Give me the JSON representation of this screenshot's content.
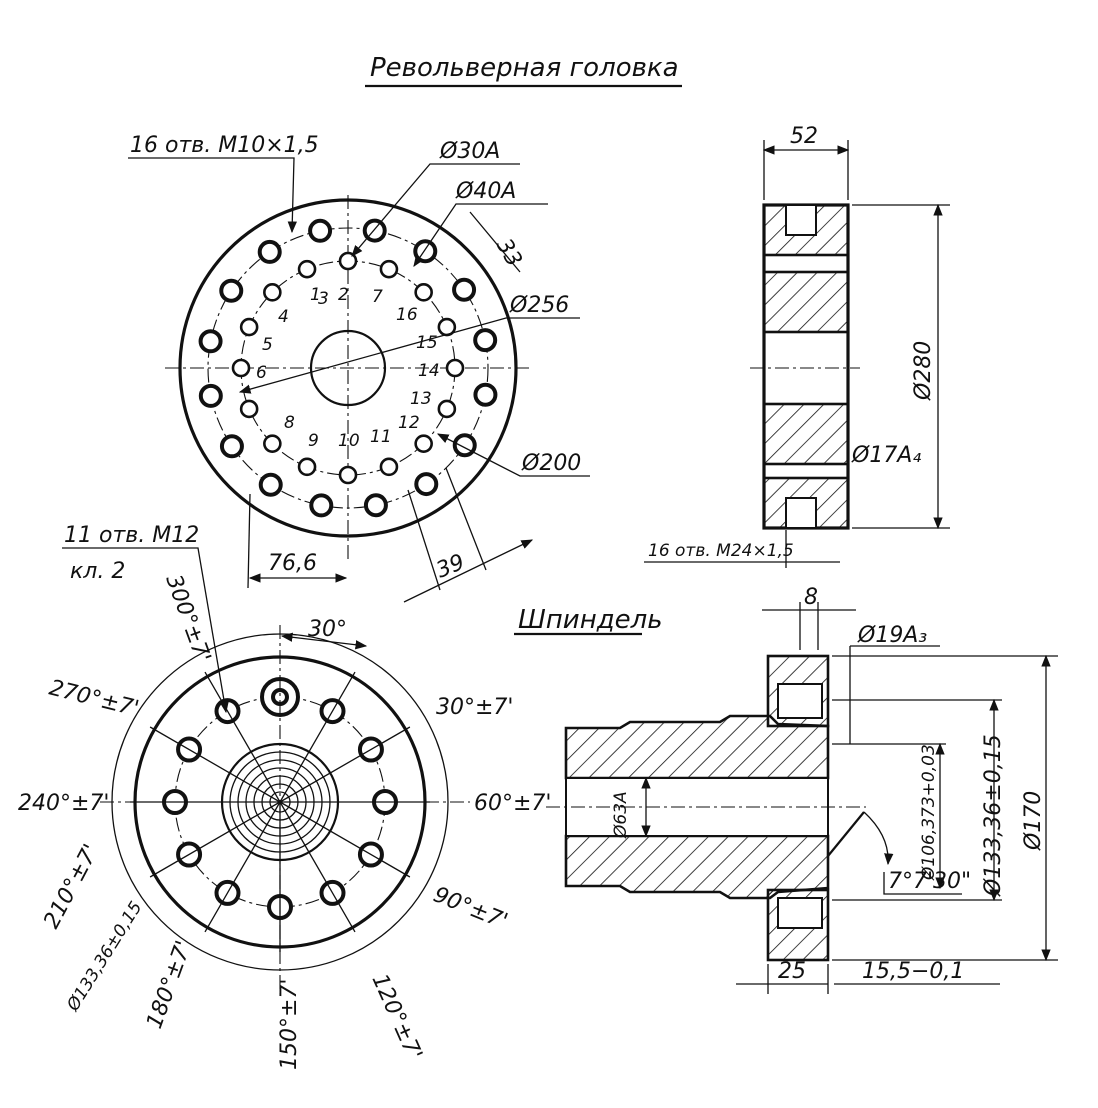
{
  "title": "Револьверная головка",
  "turret_face": {
    "callout_threads": "16 отв. М10×1,5",
    "bore_30": "Ø30А",
    "bore_40": "Ø40А",
    "dim_33": "33",
    "dia_256": "Ø256",
    "dia_200": "Ø200",
    "dim_76": "76,6",
    "dim_39": "39",
    "numbers": [
      "1",
      "2",
      "3",
      "4",
      "5",
      "6",
      "7",
      "8",
      "9",
      "10",
      "11",
      "12",
      "13",
      "14",
      "15",
      "16"
    ]
  },
  "turret_side": {
    "width": "52",
    "dia_280": "Ø280",
    "pin": "Ø17А₄",
    "threads": "16 отв. М24×1,5"
  },
  "spindle_title": "Шпиндель",
  "spindle_face": {
    "holes": "11 отв. М12",
    "holes_class": "кл. 2",
    "angle_30": "30°",
    "angles": [
      "300°±7'",
      "30°±7'",
      "270°±7'",
      "240°±7'",
      "60°±7'",
      "210°±7'",
      "90°±7'",
      "180°±7'",
      "150°±7'",
      "120°±7'"
    ],
    "pcd": "Ø133,36±0,15"
  },
  "spindle_section": {
    "dim_8": "8",
    "pin": "Ø19А₃",
    "bore": "Ø63А",
    "dia_106": "Ø106,373+0,03",
    "dia_133": "Ø133,36±0,15",
    "dia_170": "Ø170",
    "taper": "7°7'30\"",
    "dim_25": "25",
    "dim_15": "15,5−0,1"
  }
}
